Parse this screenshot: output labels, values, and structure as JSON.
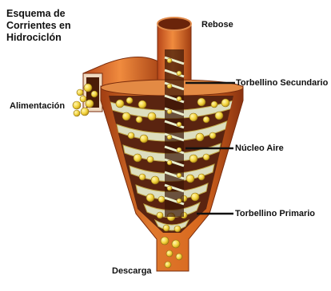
{
  "title": {
    "lines": [
      "Esquema de",
      "Corrientes en",
      "Hidrociclón"
    ]
  },
  "labels": {
    "overflow": "Rebose",
    "feed": "Alimentación",
    "secondary_vortex": "Torbellino Secundario",
    "air_core": "Núcleo Aire",
    "primary_vortex": "Torbellino Primario",
    "discharge": "Descarga"
  },
  "colors": {
    "body": "#d8681e",
    "body_dark": "#8a3210",
    "interior": "#5a2410",
    "particles": "#f2d23a",
    "flow_band": "#e9efcf",
    "leader": "#111111"
  }
}
